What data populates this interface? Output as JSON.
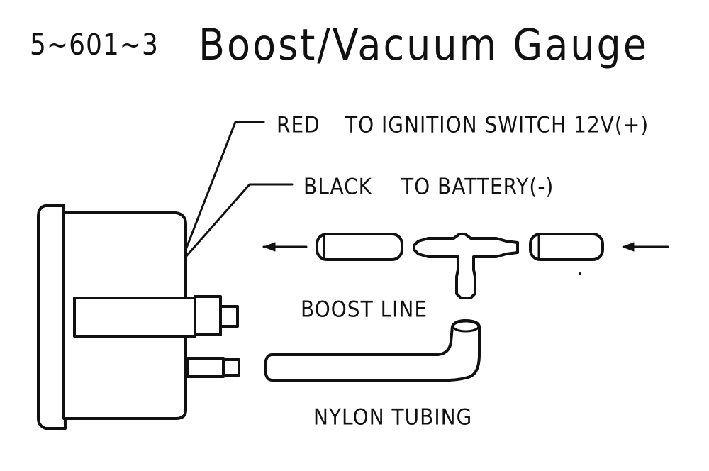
{
  "header": {
    "part_number": "5~601~3",
    "title": "Boost/Vacuum Gauge"
  },
  "wires": {
    "red": {
      "color_label": "RED",
      "description": "TO IGNITION SWITCH 12V(+)"
    },
    "black": {
      "color_label": "BLACK",
      "description": "TO BATTERY(-)"
    }
  },
  "parts": {
    "boost_line_label": "BOOST LINE",
    "nylon_tubing_label": "NYLON TUBING"
  }
}
